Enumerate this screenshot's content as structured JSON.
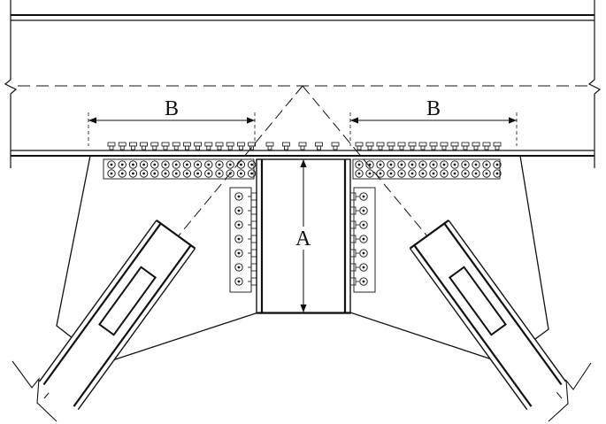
{
  "labels": {
    "dim_a": "A",
    "dim_b_left": "B",
    "dim_b_right": "B"
  },
  "colors": {
    "line": "#111111",
    "background": "#ffffff"
  }
}
